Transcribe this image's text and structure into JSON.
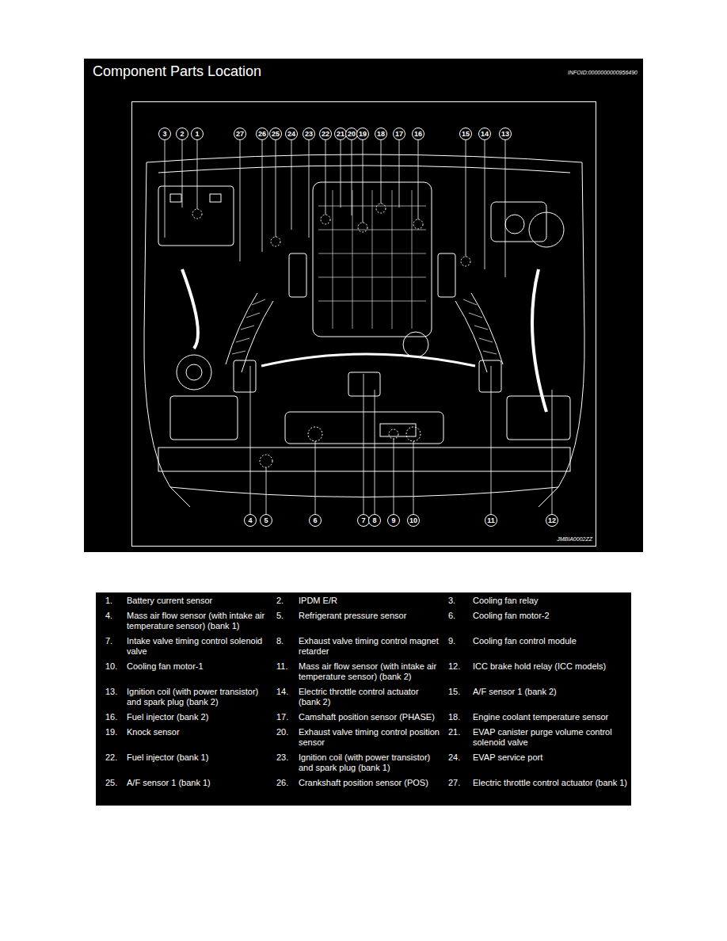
{
  "diagram": {
    "title": "Component Parts Location",
    "labels": [
      "INFOID:0000000000956490",
      "3",
      "2",
      "1",
      "27",
      "26",
      "25",
      "24",
      "23",
      "22",
      "21",
      "20",
      "19",
      "18",
      "17",
      "16",
      "15",
      "14",
      "13",
      "4",
      "5",
      "6",
      "7",
      "8",
      "9",
      "10",
      "11",
      "12",
      "JMBIA0002ZZ",
      "1.",
      "Battery current sensor",
      "2.",
      "IPDM E/R",
      "3.",
      "Cooling fan relay",
      "4.",
      "Mass air flow sensor (with intake air temperature sensor) (bank 1)",
      "5.",
      "Refrigerant pressure sensor",
      "6.",
      "Cooling fan motor-2",
      "7.",
      "Intake valve timing control solenoid valve",
      "8.",
      "Exhaust valve timing control magnet retarder",
      "9.",
      "Cooling fan control module",
      "10.",
      "Cooling fan motor-1",
      "11.",
      "Mass air flow sensor (with intake air temperature sensor) (bank 2)",
      "12.",
      "ICC brake hold relay (ICC models)",
      "13.",
      "Ignition coil (with power transistor) and spark plug (bank 2)",
      "14.",
      "Electric throttle control actuator (bank 2)",
      "15.",
      "A/F sensor 1 (bank 2)",
      "16.",
      "Fuel injector (bank 2)",
      "17.",
      "Camshaft position sensor (PHASE)",
      "18.",
      "Engine coolant temperature sensor",
      "19.",
      "Knock sensor",
      "20.",
      "Exhaust valve timing control position sensor",
      "21.",
      "EVAP canister purge volume control solenoid valve",
      "22.",
      "Fuel injector (bank 1)",
      "23.",
      "Ignition coil (with power transistor) and spark plug (bank 1)",
      "24.",
      "EVAP service port",
      "25.",
      "A/F sensor 1 (bank 1)",
      "26.",
      "Crankshaft position sensor (POS)",
      "27.",
      "Electric throttle control actuator (bank 1)"
    ]
  }
}
